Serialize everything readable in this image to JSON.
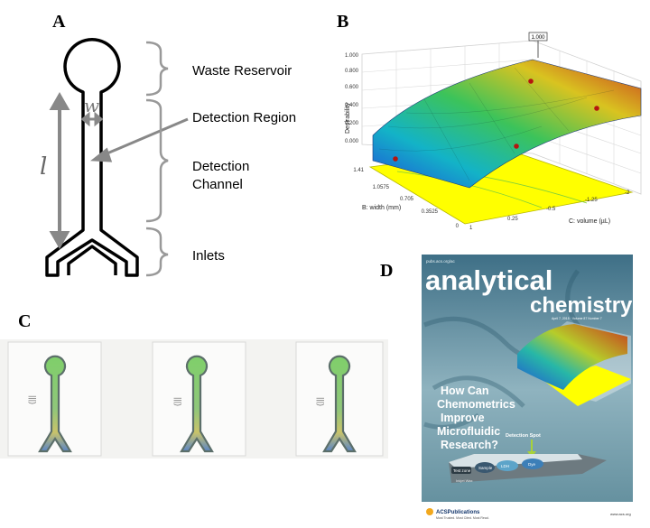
{
  "panels": {
    "a": {
      "label": "A",
      "annotations": {
        "waste": "Waste Reservoir",
        "detection_region": "Detection Region",
        "detection_channel_1": "Detection",
        "detection_channel_2": "Channel",
        "inlets": "Inlets"
      },
      "symbols": {
        "width": "w",
        "length": "l"
      }
    },
    "b": {
      "label": "B",
      "z_label": "Desirability",
      "x_label": "C: volume (µL)",
      "y_label": "B: width (mm)",
      "z_ticks": [
        "0.000",
        "0.200",
        "0.400",
        "0.600",
        "0.800",
        "1.000"
      ],
      "x_ticks": [
        "1",
        "0.25",
        "-0.5",
        "-1.25",
        "-2"
      ],
      "y_ticks": [
        "1.41",
        "1.0575",
        "0.705",
        "0.3525",
        "0"
      ],
      "marker_value": "1.000",
      "surface_colors": [
        "#1f4fd9",
        "#13b3c7",
        "#3cc35a",
        "#d9c320",
        "#c8341e"
      ]
    },
    "c": {
      "label": "C",
      "device_count": 3
    },
    "d": {
      "label": "D",
      "cover": {
        "masthead_top": "pubs.acs.org/ac",
        "title_1": "analytical",
        "title_2": "chemistry",
        "issue": "April 7, 2015 · Volume 87 Number 7",
        "headline": [
          "How Can",
          "Chemometrics",
          "Improve",
          "Microfluidic",
          "Research?"
        ],
        "detection_spot": "Detection Spot",
        "device_chips": [
          "Test zone",
          "Sample",
          "LDH",
          "Dye"
        ],
        "device_base": "Inkjet Wax",
        "publisher": "ACSPublications",
        "publisher_tag": "Most Trusted. Most Cited. Most Read.",
        "url": "www.acs.org"
      }
    }
  }
}
